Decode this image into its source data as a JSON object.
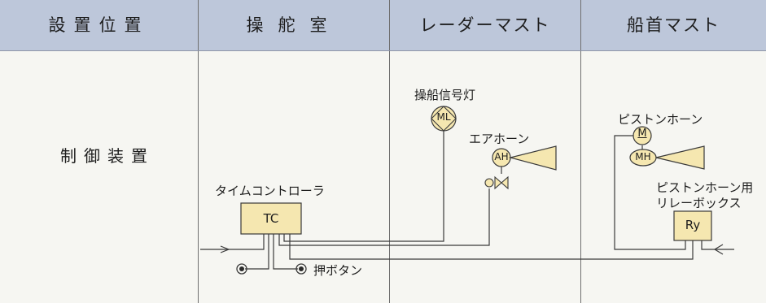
{
  "header": {
    "col_location": "設置位置",
    "col_wheelhouse": "操舵室",
    "col_radar_mast": "レーダーマスト",
    "col_fore_mast": "船首マスト"
  },
  "row": {
    "label": "制御装置"
  },
  "components": {
    "time_controller_label": "タイムコントローラ",
    "time_controller_box": "TC",
    "push_button_label": "押ボタン",
    "maneuvering_light_label": "操船信号灯",
    "maneuvering_light_symbol": "ML",
    "air_horn_label": "エアホーン",
    "air_horn_symbol": "AH",
    "piston_horn_label": "ピストンホーン",
    "piston_horn_motor_symbol": "M",
    "piston_horn_symbol": "MH",
    "relay_box_label_line1": "ピストンホーン用",
    "relay_box_label_line2": "リレーボックス",
    "relay_box_symbol": "Ry"
  },
  "colors": {
    "header_bg": "#bdc7da",
    "component_fill": "#f5e7b0",
    "line": "#3a3a3a"
  }
}
